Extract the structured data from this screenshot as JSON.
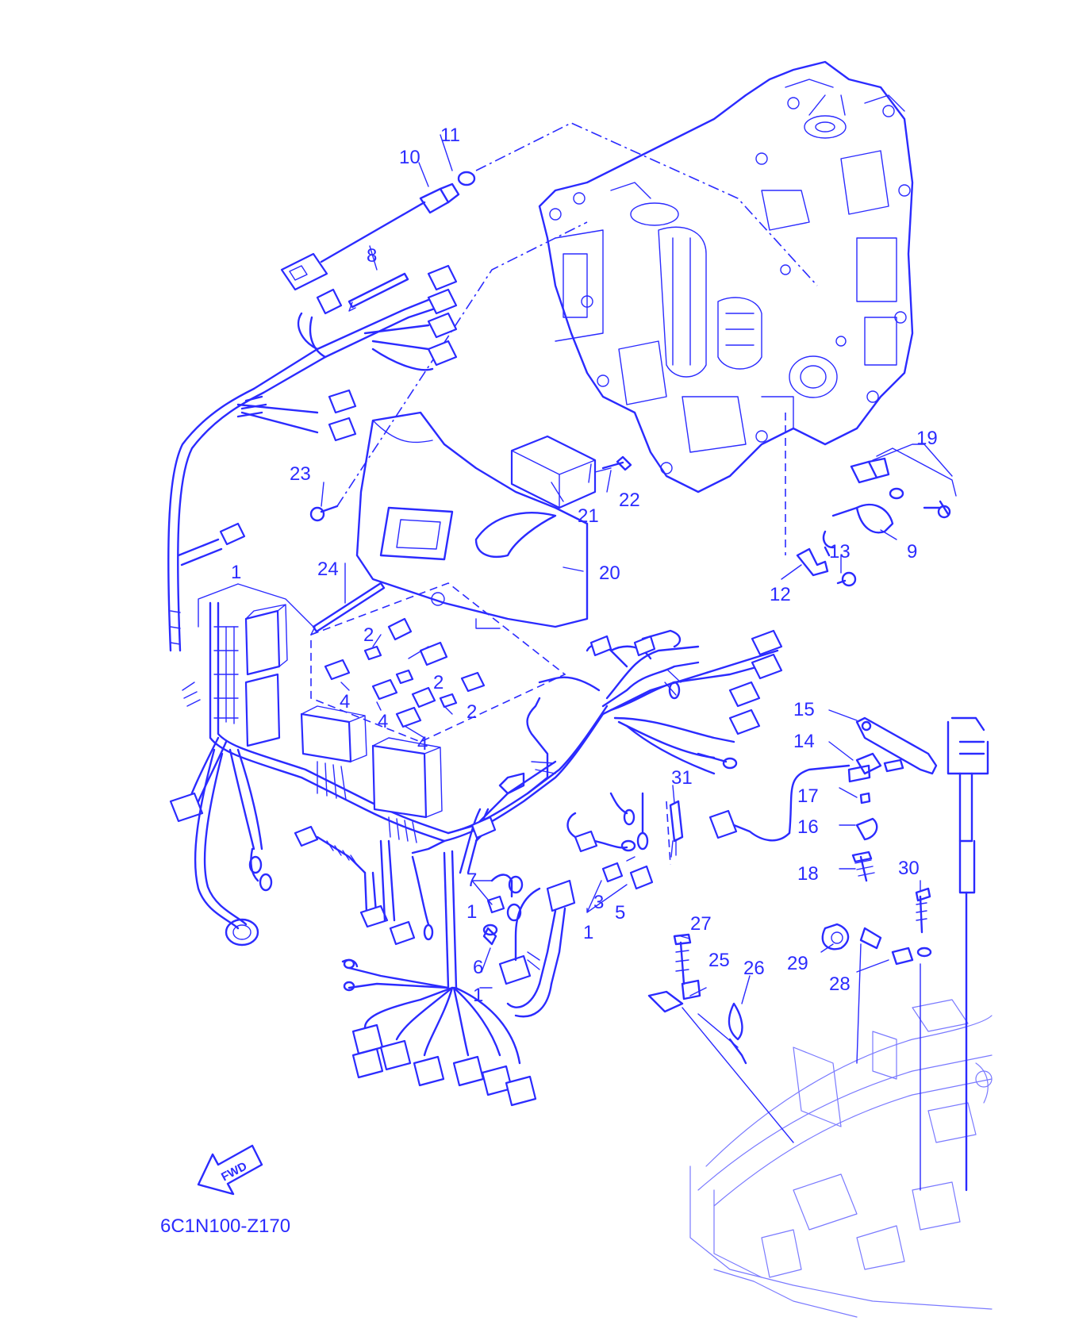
{
  "diagram": {
    "code": "6C1N100-Z170",
    "fwd_label": "FWD",
    "line_color": "#2b2bff",
    "callouts": [
      {
        "id": "c1",
        "text": "1"
      },
      {
        "id": "c2a",
        "text": "2"
      },
      {
        "id": "c2b",
        "text": "2"
      },
      {
        "id": "c2c",
        "text": "2"
      },
      {
        "id": "c3",
        "text": "3"
      },
      {
        "id": "c4a",
        "text": "4"
      },
      {
        "id": "c4b",
        "text": "4"
      },
      {
        "id": "c4c",
        "text": "4"
      },
      {
        "id": "c5",
        "text": "5"
      },
      {
        "id": "c6",
        "text": "6"
      },
      {
        "id": "c7",
        "text": "7"
      },
      {
        "id": "c8",
        "text": "8"
      },
      {
        "id": "c9",
        "text": "9"
      },
      {
        "id": "c10",
        "text": "10"
      },
      {
        "id": "c11",
        "text": "11"
      },
      {
        "id": "c12",
        "text": "12"
      },
      {
        "id": "c13",
        "text": "13"
      },
      {
        "id": "c14",
        "text": "14"
      },
      {
        "id": "c15",
        "text": "15"
      },
      {
        "id": "c16",
        "text": "16"
      },
      {
        "id": "c17",
        "text": "17"
      },
      {
        "id": "c18",
        "text": "18"
      },
      {
        "id": "c19",
        "text": "19"
      },
      {
        "id": "c20",
        "text": "20"
      },
      {
        "id": "c21",
        "text": "21"
      },
      {
        "id": "c22",
        "text": "22"
      },
      {
        "id": "c23",
        "text": "23"
      },
      {
        "id": "c24",
        "text": "24"
      },
      {
        "id": "c25",
        "text": "25"
      },
      {
        "id": "c26",
        "text": "26"
      },
      {
        "id": "c27",
        "text": "27"
      },
      {
        "id": "c28",
        "text": "28"
      },
      {
        "id": "c29",
        "text": "29"
      },
      {
        "id": "c30",
        "text": "30"
      },
      {
        "id": "c31",
        "text": "31"
      },
      {
        "id": "c1b",
        "text": "1"
      },
      {
        "id": "c1c",
        "text": "1"
      },
      {
        "id": "c1d",
        "text": "1"
      }
    ]
  }
}
